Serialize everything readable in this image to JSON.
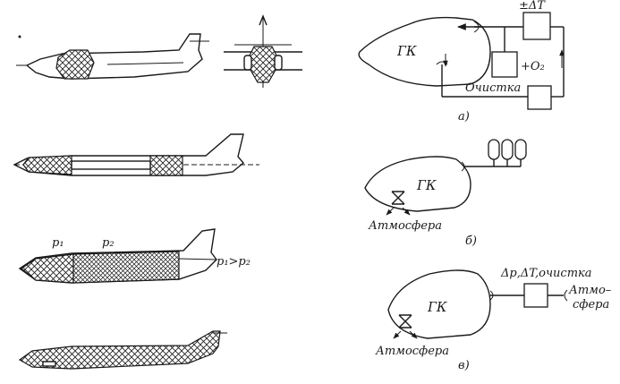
{
  "labels": {
    "gk": "ГК",
    "delta_t": "±ΔT",
    "o2": "+O₂",
    "cleaning": "Очистка",
    "diagram_a": "а)",
    "diagram_b": "б)",
    "diagram_v": "в)",
    "atmosphere": "Атмосфера",
    "atmo_line1": "Атмо–",
    "atmo_line2": "сфера",
    "dp_dt_cleaning": "Δp,ΔT,очистка",
    "p1": "p₁",
    "p2": "p₂",
    "p1_gt_p2": "p₁>p₂"
  },
  "colors": {
    "ink": "#1a1a1a",
    "background": "#ffffff"
  }
}
